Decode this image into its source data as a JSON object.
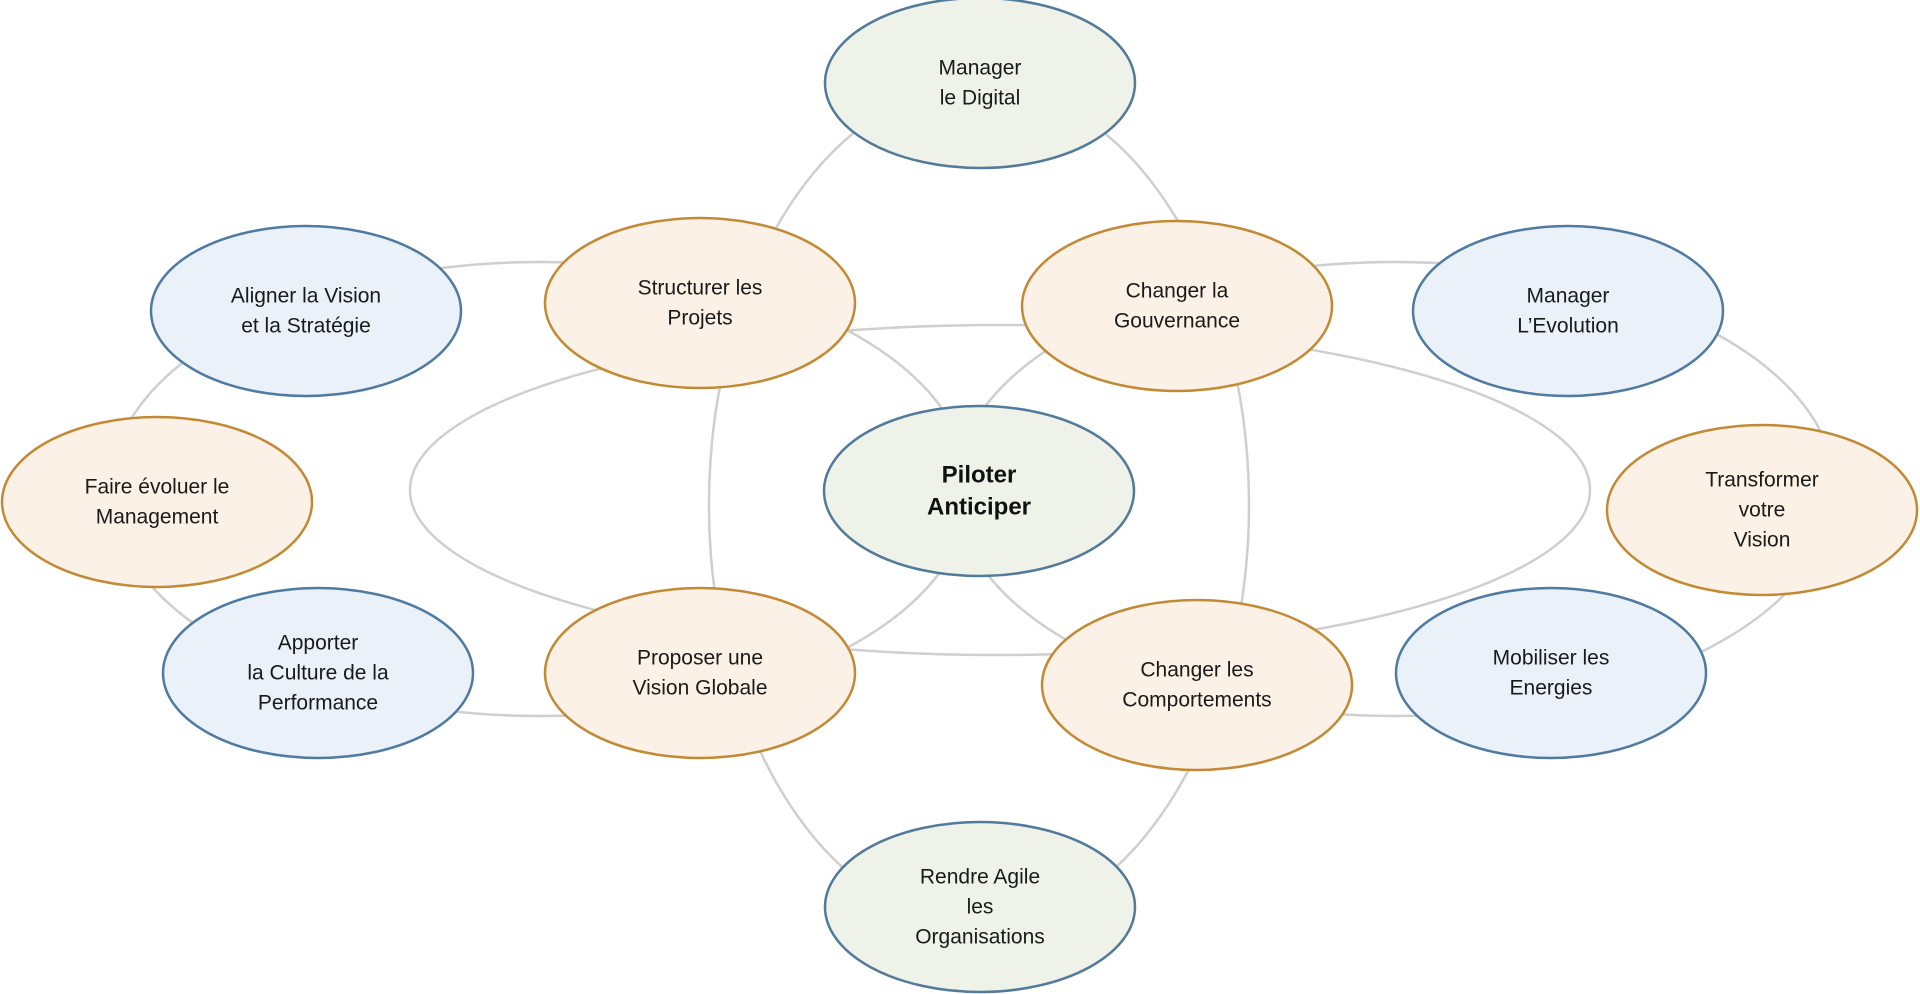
{
  "colors": {
    "ring": "#cfcfcf",
    "blue_fill": "#eaf1f9",
    "blue_stroke": "#4f7aa2",
    "orange_fill": "#fcf1e6",
    "orange_stroke": "#c38a35",
    "green_fill": "#eef2e8",
    "green_stroke": "#527a9a"
  },
  "nodes": [
    {
      "id": "manager-digital",
      "kind": "green",
      "lines": [
        "Manager",
        "le Digital"
      ]
    },
    {
      "id": "aligner-vision",
      "kind": "blue",
      "lines": [
        "Aligner la Vision",
        "et la Stratégie"
      ]
    },
    {
      "id": "structurer-projets",
      "kind": "orange",
      "lines": [
        "Structurer les",
        "Projets"
      ]
    },
    {
      "id": "changer-gouvernance",
      "kind": "orange",
      "lines": [
        "Changer la",
        "Gouvernance"
      ]
    },
    {
      "id": "manager-evolution",
      "kind": "blue",
      "lines": [
        "Manager",
        "L’Evolution"
      ]
    },
    {
      "id": "faire-evoluer",
      "kind": "orange",
      "lines": [
        "Faire évoluer le",
        "Management"
      ]
    },
    {
      "id": "piloter-anticiper",
      "kind": "green",
      "center": true,
      "lines": [
        "Piloter",
        "Anticiper"
      ]
    },
    {
      "id": "transformer-vision",
      "kind": "orange",
      "lines": [
        "Transformer",
        "votre",
        "Vision"
      ]
    },
    {
      "id": "apporter-culture",
      "kind": "blue",
      "lines": [
        "Apporter",
        "la Culture de la",
        "Performance"
      ]
    },
    {
      "id": "proposer-vision",
      "kind": "orange",
      "lines": [
        "Proposer une",
        "Vision Globale"
      ]
    },
    {
      "id": "changer-comportements",
      "kind": "orange",
      "lines": [
        "Changer les",
        "Comportements"
      ]
    },
    {
      "id": "mobiliser-energies",
      "kind": "blue",
      "lines": [
        "Mobiliser les",
        "Energies"
      ]
    },
    {
      "id": "rendre-agile",
      "kind": "green",
      "lines": [
        "Rendre Agile",
        "les",
        "Organisations"
      ]
    }
  ]
}
